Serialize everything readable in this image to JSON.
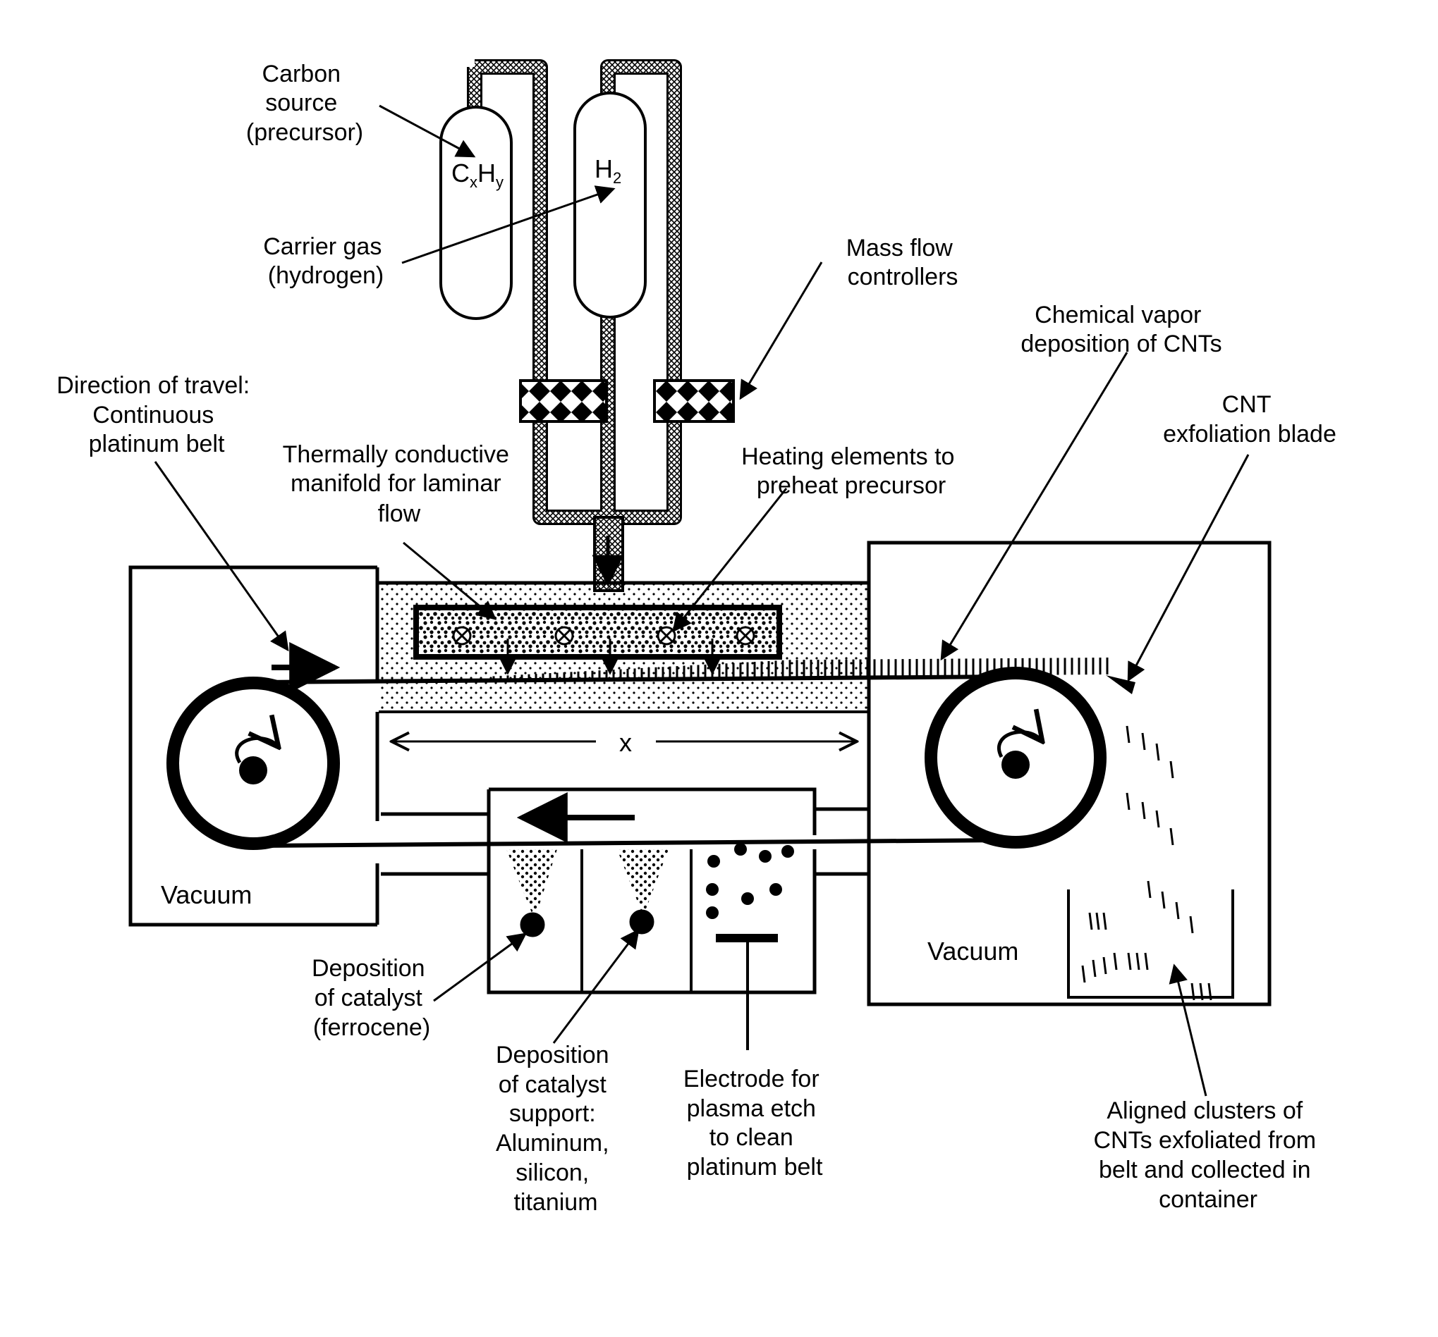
{
  "gases": {
    "carbon_formula": {
      "base1": "C",
      "sub1": "x",
      "base2": "H",
      "sub2": "y"
    },
    "hydrogen_formula": {
      "base": "H",
      "sub": "2"
    }
  },
  "labels": {
    "carbon_source": [
      "Carbon",
      "source",
      "(precursor)"
    ],
    "carrier_gas": [
      "Carrier gas",
      "(hydrogen)"
    ],
    "mass_flow": [
      "Mass flow",
      "controllers"
    ],
    "cvd": [
      "Chemical vapor",
      "deposition of CNTs"
    ],
    "direction": [
      "Direction of travel:",
      "Continuous",
      "platinum belt"
    ],
    "manifold": [
      "Thermally conductive",
      "manifold for laminar",
      "flow"
    ],
    "heating": [
      "Heating elements to",
      "preheat precursor"
    ],
    "blade": [
      "CNT",
      "exfoliation blade"
    ],
    "distance": "x",
    "vacuum_left": "Vacuum",
    "vacuum_right": "Vacuum",
    "catalyst": [
      "Deposition",
      "of catalyst",
      "(ferrocene)"
    ],
    "support": [
      "Deposition",
      "of catalyst",
      "support:",
      "Aluminum,",
      "silicon,",
      "titanium"
    ],
    "electrode": [
      "Electrode for",
      "plasma etch",
      "to clean",
      "platinum belt"
    ],
    "clusters": [
      "Aligned clusters of",
      "CNTs exfoliated from",
      "belt and collected in",
      "container"
    ]
  },
  "colors": {
    "ink": "#000000",
    "paper": "#ffffff"
  }
}
